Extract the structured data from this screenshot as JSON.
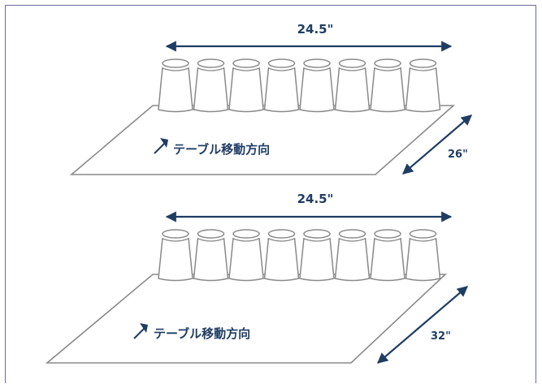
{
  "diagrams": [
    {
      "width_label": "24.5\"",
      "depth_label": "26\"",
      "direction_label": "テーブル移動方向",
      "cup_count": 8
    },
    {
      "width_label": "24.5\"",
      "depth_label": "32\"",
      "direction_label": "テーブル移動方向",
      "cup_count": 8
    }
  ],
  "colors": {
    "arrow": "#1f3d63",
    "line": "#8a8a8a",
    "frame": "#6b6b9a"
  }
}
